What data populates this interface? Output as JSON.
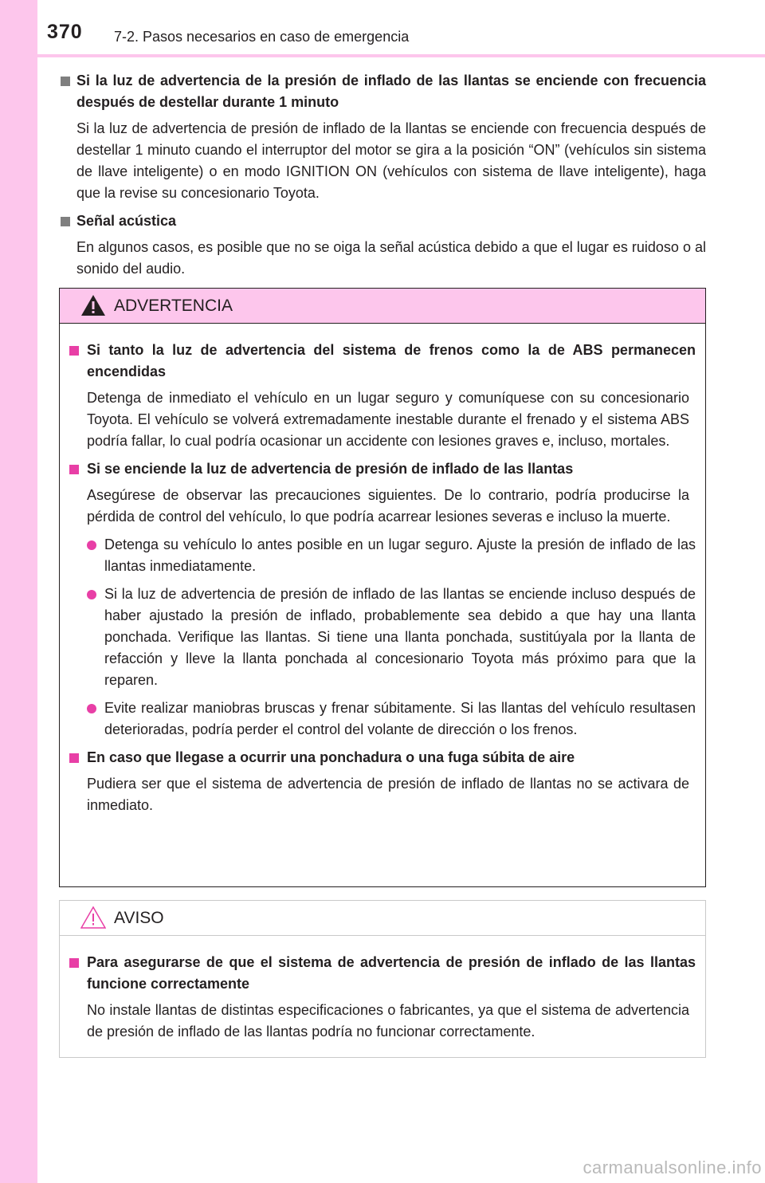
{
  "header": {
    "page_number": "370",
    "section": "7-2. Pasos necesarios en caso de emergencia"
  },
  "intro": [
    {
      "heading": "Si la luz de advertencia de la presión de inflado de las llantas se enciende con frecuencia después de destellar durante 1 minuto",
      "text": "Si la luz de advertencia de presión de inflado de la llantas se enciende con frecuencia después de destellar 1 minuto cuando el interruptor del motor se gira a la posición “ON” (vehículos sin sistema de llave inteligente) o en modo IGNITION ON (vehículos con sistema de llave inteligente), haga que la revise su concesionario Toyota."
    },
    {
      "heading": "Señal acústica",
      "text": "En algunos casos, es posible que no se oiga la señal acústica debido a que el lugar es ruidoso o al sonido del audio."
    }
  ],
  "warning": {
    "title": "ADVERTENCIA",
    "section1": {
      "heading": "Si tanto la luz de advertencia del sistema de frenos como la de ABS permanecen encendidas",
      "text": "Detenga de inmediato el vehículo en un lugar seguro y comuníquese con su concesionario Toyota. El vehículo se volverá extremadamente inestable durante el frenado y el sistema ABS podría fallar, lo cual podría ocasionar un accidente con lesiones graves e, incluso, mortales."
    },
    "section2": {
      "heading": "Si se enciende la luz de advertencia de presión de inflado de las llantas",
      "text": "Asegúrese de observar las precauciones siguientes. De lo contrario, podría producirse la pérdida de control del vehículo, lo que podría acarrear lesiones severas e incluso la muerte.",
      "bullets": [
        "Detenga su vehículo lo antes posible en un lugar seguro. Ajuste la presión de inflado de las llantas inmediatamente.",
        "Si la luz de advertencia de presión de inflado de las llantas se enciende incluso después de haber ajustado la presión de inflado, probablemente sea debido a que hay una llanta ponchada. Verifique las llantas. Si tiene una llanta ponchada, sustitúyala por la llanta de refacción y lleve la llanta ponchada al concesionario Toyota más próximo para que la reparen.",
        "Evite realizar maniobras bruscas y frenar súbitamente. Si las llantas del vehículo resultasen deterioradas, podría perder el control del volante de dirección o los frenos."
      ]
    },
    "section3": {
      "heading": "En caso que llegase a ocurrir una ponchadura o una fuga súbita de aire",
      "text": "Pudiera ser que el sistema de advertencia de presión de inflado de llantas no se activara de inmediato."
    }
  },
  "notice": {
    "title": "AVISO",
    "heading": "Para asegurarse de que el sistema de advertencia de presión de inflado de las llantas funcione correctamente",
    "text": "No instale llantas de distintas especificaciones o fabricantes, ya que el sistema de advertencia de presión de inflado de las llantas podría no funcionar correctamente."
  },
  "watermark": "carmanualsonline.info",
  "colors": {
    "accent_pink": "#fdc6ec",
    "bullet_magenta": "#e83fa6",
    "square_gray": "#7f7f7f"
  }
}
